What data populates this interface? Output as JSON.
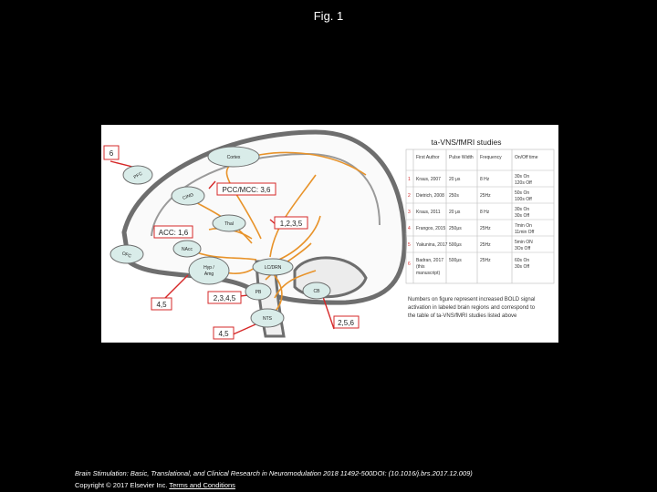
{
  "page": {
    "title": "Fig. 1",
    "citation": "Brain Stimulation: Basic, Translational, and Clinical Research in Neuromodulation 2018 11492-500DOI: (10.1016/j.brs.2017.12.009)",
    "copyright": "Copyright © 2017 Elsevier Inc.",
    "terms_link": "Terms and Conditions"
  },
  "colors": {
    "orange": "#e8932a",
    "red": "#d62828",
    "teal_fill": "#d9ece9",
    "brain_outline": "#6e6e6e"
  },
  "regions": {
    "cortex": "Cortex",
    "pfc": "PFC",
    "cing": "CING",
    "thal": "Thal",
    "nacc": "NAcc",
    "ofc": "OFC",
    "hyp_amg_1": "Hyp /",
    "hyp_amg_2": "Amg",
    "lc_dr": "LC/DRN",
    "pb": "PB",
    "cb": "CB",
    "nts": "NTS"
  },
  "annotations": {
    "six": "6",
    "pcc": "PCC/MCC: 3,6",
    "acc": "ACC: 1,6",
    "thal_nums": "1,2,3,5",
    "ofc_nums": "4,5",
    "hyp_nums": "2,3,4,5",
    "cb_nums": "2,5,6",
    "nts_nums": "4,5"
  },
  "table": {
    "title": "ta-VNS/fMRI studies",
    "headers": [
      "First Author",
      "Pulse Width",
      "Frequency",
      "On/Off time"
    ],
    "rows": [
      {
        "num": "1",
        "author": "Kraus, 2007",
        "pw": "20 μs",
        "freq": "8 Hz",
        "onoff_1": "30s On",
        "onoff_2": "120s Off"
      },
      {
        "num": "2",
        "author": "Dietrich, 2008",
        "pw": "250s",
        "freq": "25Hz",
        "onoff_1": "50s On",
        "onoff_2": "100s Off"
      },
      {
        "num": "3",
        "author": "Kraus, 2011",
        "pw": "20 μs",
        "freq": "8 Hz",
        "onoff_1": "30s On",
        "onoff_2": "30s Off"
      },
      {
        "num": "4",
        "author": "Frangos, 2015",
        "pw": "250μs",
        "freq": "25Hz",
        "onoff_1": "7min On",
        "onoff_2": "11min Off"
      },
      {
        "num": "5",
        "author": "Yakunina, 2017",
        "pw": "500μs",
        "freq": "25Hz",
        "onoff_1": "5min ON",
        "onoff_2": "3Os Off"
      },
      {
        "num": "6",
        "author": "Badran, 2017",
        "author_2": "(this",
        "author_3": "manuscript)",
        "pw": "500μs",
        "freq": "25Hz",
        "onoff_1": "60s On",
        "onoff_2": "30s Off"
      }
    ],
    "note_1": "Numbers on figure represent increased BOLD signal",
    "note_2": "activation in labeled brain regions and correspond to",
    "note_3": "the table of ta-VNS/fMRI studies listed above"
  }
}
